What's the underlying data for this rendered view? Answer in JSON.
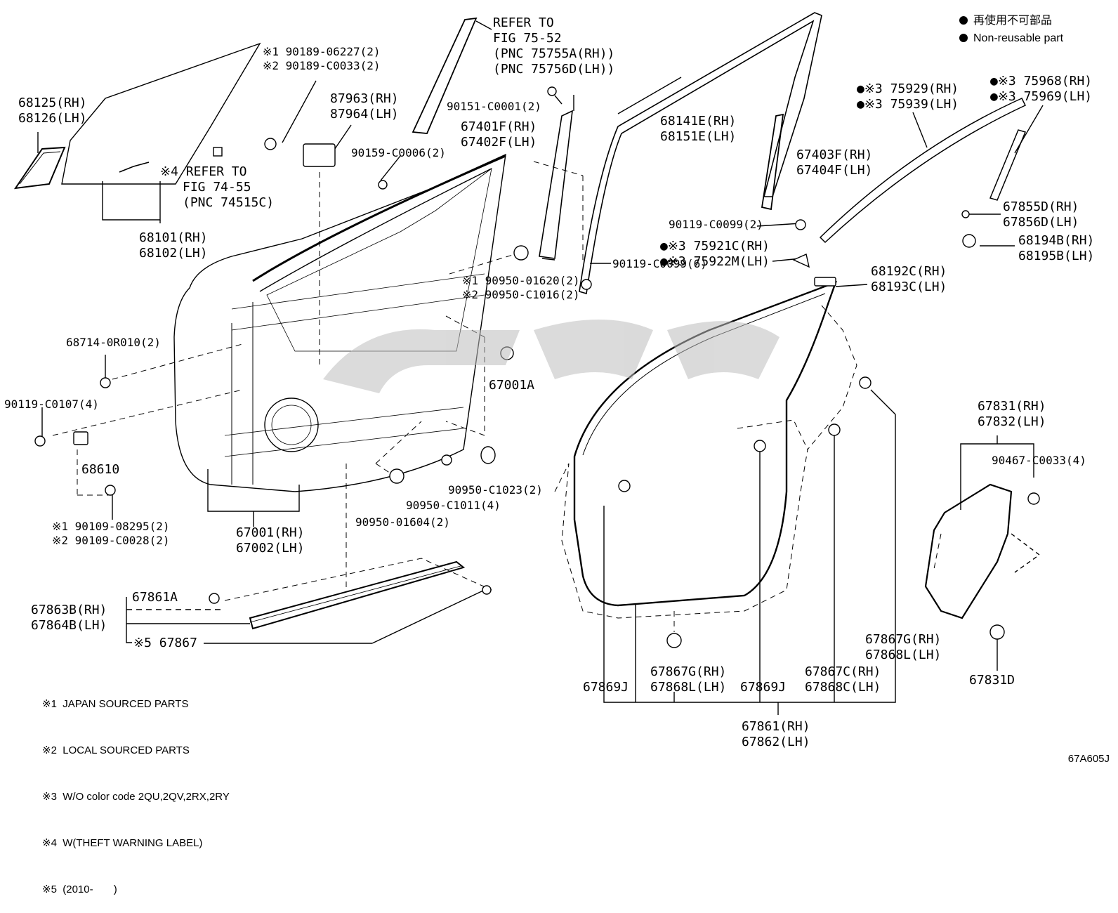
{
  "legend": {
    "jp": "再使用不可部品",
    "en": "Non-reusable part"
  },
  "labels": {
    "l68125": [
      "68125(RH)",
      "68126(LH)"
    ],
    "l68101": [
      "68101(RH)",
      "68102(LH)"
    ],
    "lGlassBolt": [
      "※1 90189-06227(2)",
      "※2 90189-C0033(2)"
    ],
    "lRefer7455": [
      "※4 REFER TO",
      "FIG 74-55",
      "(PNC 74515C)"
    ],
    "l87963": [
      "87963(RH)",
      "87964(LH)"
    ],
    "l90159": [
      "90159-C0006(2)"
    ],
    "lRefer7552": [
      "REFER TO",
      "FIG 75-52",
      "(PNC 75755A(RH))",
      "(PNC 75756D(LH))"
    ],
    "l90151": [
      "90151-C0001(2)"
    ],
    "l67401": [
      "67401F(RH)",
      "67402F(LH)"
    ],
    "l68141": [
      "68141E(RH)",
      "68151E(LH)"
    ],
    "l67403": [
      "67403F(RH)",
      "67404F(LH)"
    ],
    "l90119a": [
      "90119-C0099(2)"
    ],
    "l75921": [
      "●※3 75921C(RH)",
      "●※3 75922M(LH)"
    ],
    "l90119b": [
      "90119-C0099(6)"
    ],
    "l75929": [
      "●※3 75929(RH)",
      "●※3 75939(LH)"
    ],
    "l75968": [
      "●※3 75968(RH)",
      "●※3 75969(LH)"
    ],
    "l67855": [
      "67855D(RH)",
      "67856D(LH)"
    ],
    "l68194": [
      "68194B(RH)",
      "68195B(LH)"
    ],
    "l68192": [
      "68192C(RH)",
      "68193C(LH)"
    ],
    "l90950a": [
      "※1 90950-01620(2)",
      "※2 90950-C1016(2)"
    ],
    "l68714": [
      "68714-0R010(2)"
    ],
    "l67001A": [
      "67001A"
    ],
    "l90119c": [
      "90119-C0107(4)"
    ],
    "l68610": [
      "68610"
    ],
    "l90109": [
      "※1 90109-08295(2)",
      "※2 90109-C0028(2)"
    ],
    "l67001": [
      "67001(RH)",
      "67002(LH)"
    ],
    "l90950c": [
      "90950-C1023(2)"
    ],
    "l90950d": [
      "90950-C1011(4)"
    ],
    "l90950e": [
      "90950-01604(2)"
    ],
    "l67863": [
      "67863B(RH)",
      "67864B(LH)"
    ],
    "l67861A": [
      "67861A"
    ],
    "l67867": [
      "※5 67867"
    ],
    "l67831": [
      "67831(RH)",
      "67832(LH)"
    ],
    "l90467": [
      "90467-C0033(4)"
    ],
    "l67831D": [
      "67831D"
    ],
    "l67867Gr": [
      "67867G(RH)",
      "67868L(LH)"
    ],
    "l67867Gb": [
      "67867G(RH)",
      "67868L(LH)"
    ],
    "l67867C": [
      "67867C(RH)",
      "67868C(LH)"
    ],
    "l67869a": [
      "67869J"
    ],
    "l67869b": [
      "67869J"
    ],
    "l67861": [
      "67861(RH)",
      "67862(LH)"
    ]
  },
  "footnotes": [
    "※1  JAPAN SOURCED PARTS",
    "※2  LOCAL SOURCED PARTS",
    "※3  W/O color code 2QU,2QV,2RX,2RY",
    "※4  W(THEFT WARNING LABEL)",
    "※5  (2010-       )"
  ],
  "figure_code": "67A605J"
}
